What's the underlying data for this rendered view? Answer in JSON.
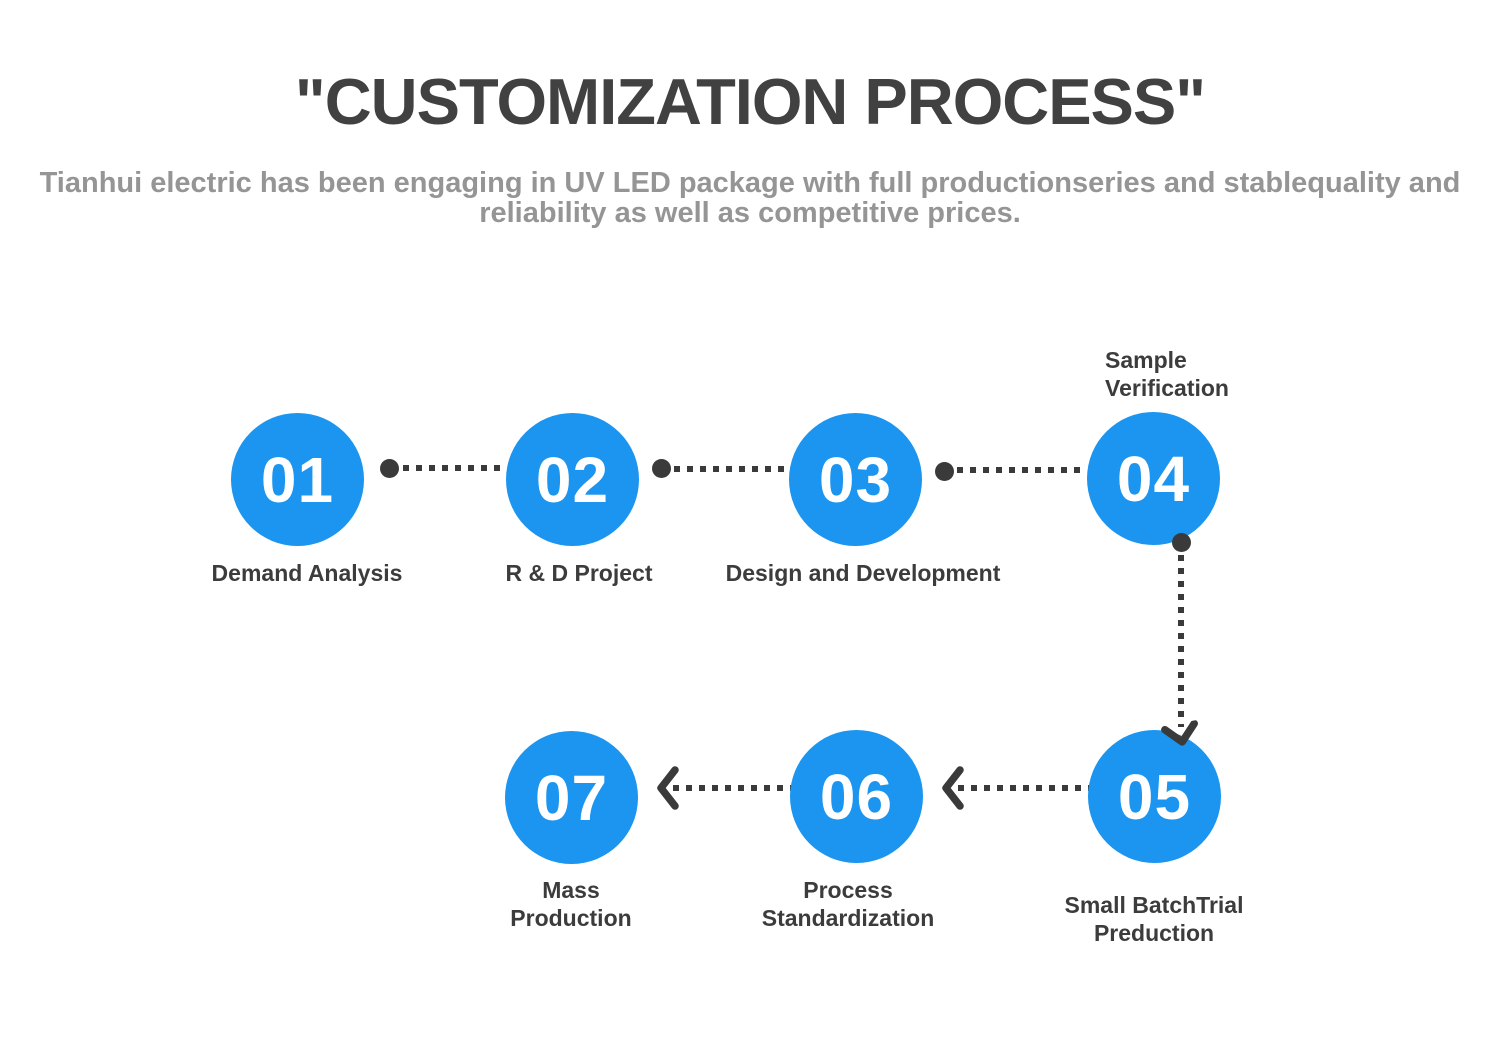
{
  "header": {
    "title": "\"CUSTOMIZATION PROCESS\"",
    "subtitle_line1": "Tianhui electric has been engaging in UV LED package with full production",
    "subtitle_line2": "series and stablequality and reliability as well as competitive prices."
  },
  "steps": [
    {
      "number": "01",
      "label": [
        "Demand Analysis"
      ]
    },
    {
      "number": "02",
      "label": [
        "R & D Project"
      ]
    },
    {
      "number": "03",
      "label": [
        "Design and Development"
      ]
    },
    {
      "number": "04",
      "label": [
        "Sample",
        "Verification"
      ]
    },
    {
      "number": "05",
      "label": [
        "Small BatchTrial",
        "Preduction"
      ]
    },
    {
      "number": "06",
      "label": [
        "Process",
        "Standardization"
      ]
    },
    {
      "number": "07",
      "label": [
        "Mass",
        "Production"
      ]
    }
  ],
  "colors": {
    "accent-blue": "#1B95EF",
    "connector-gray": "#3A3A3A",
    "title-gray": "#414141",
    "label-gray": "#3C3C3C",
    "subtitle-gray": "#959595",
    "background": "#FFFFFF"
  }
}
